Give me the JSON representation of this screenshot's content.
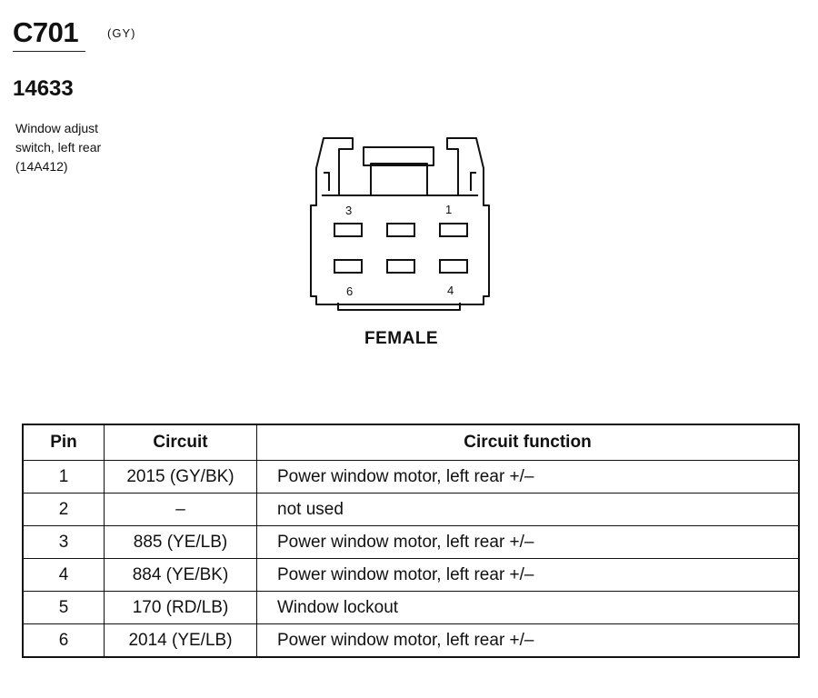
{
  "header": {
    "connector_id": "C701",
    "connector_color": "(GY)",
    "part_number": "14633",
    "description": "Window adjust\nswitch, left rear\n(14A412)"
  },
  "connector": {
    "pin_labels": [
      "3",
      "1",
      "6",
      "4"
    ],
    "gender": "FEMALE"
  },
  "table": {
    "headers": [
      "Pin",
      "Circuit",
      "Circuit function"
    ],
    "rows": [
      {
        "pin": "1",
        "circuit": "2015 (GY/BK)",
        "function": "Power window motor, left rear  +/–"
      },
      {
        "pin": "2",
        "circuit": "–",
        "function": "not used"
      },
      {
        "pin": "3",
        "circuit": "885 (YE/LB)",
        "function": "Power window motor, left rear  +/–"
      },
      {
        "pin": "4",
        "circuit": "884 (YE/BK)",
        "function": "Power window motor, left rear  +/–"
      },
      {
        "pin": "5",
        "circuit": "170 (RD/LB)",
        "function": "Window lockout"
      },
      {
        "pin": "6",
        "circuit": "2014 (YE/LB)",
        "function": "Power window motor, left rear  +/–"
      }
    ]
  }
}
